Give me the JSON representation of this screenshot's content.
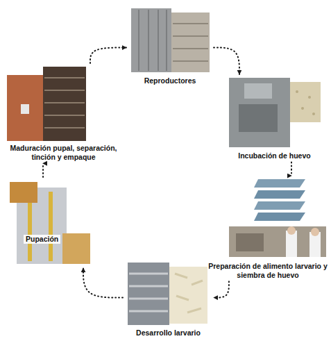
{
  "diagram": {
    "nodes": [
      {
        "text": [
          "Reproductores"
        ]
      },
      {
        "text": [
          "Incubación de huevo"
        ]
      },
      {
        "text": [
          "Preparación de alimento larvario y siembra de huevo"
        ]
      },
      {
        "text": [
          "Desarrollo larvario"
        ]
      },
      {
        "text": [
          "Pupación"
        ]
      },
      {
        "text": [
          "Maduración pupal, separación, tinción y empaque"
        ]
      }
    ],
    "edges": [
      {
        "from": 0,
        "to": 1,
        "arrow": "to"
      },
      {
        "from": 1,
        "to": 2,
        "arrow": "to"
      },
      {
        "from": 2,
        "to": 3,
        "arrow": "to"
      },
      {
        "from": 3,
        "to": 4,
        "arrow": "to"
      },
      {
        "from": 4,
        "to": 5,
        "arrow": "to"
      },
      {
        "from": 5,
        "to": 0,
        "arrow": "to"
      }
    ]
  }
}
